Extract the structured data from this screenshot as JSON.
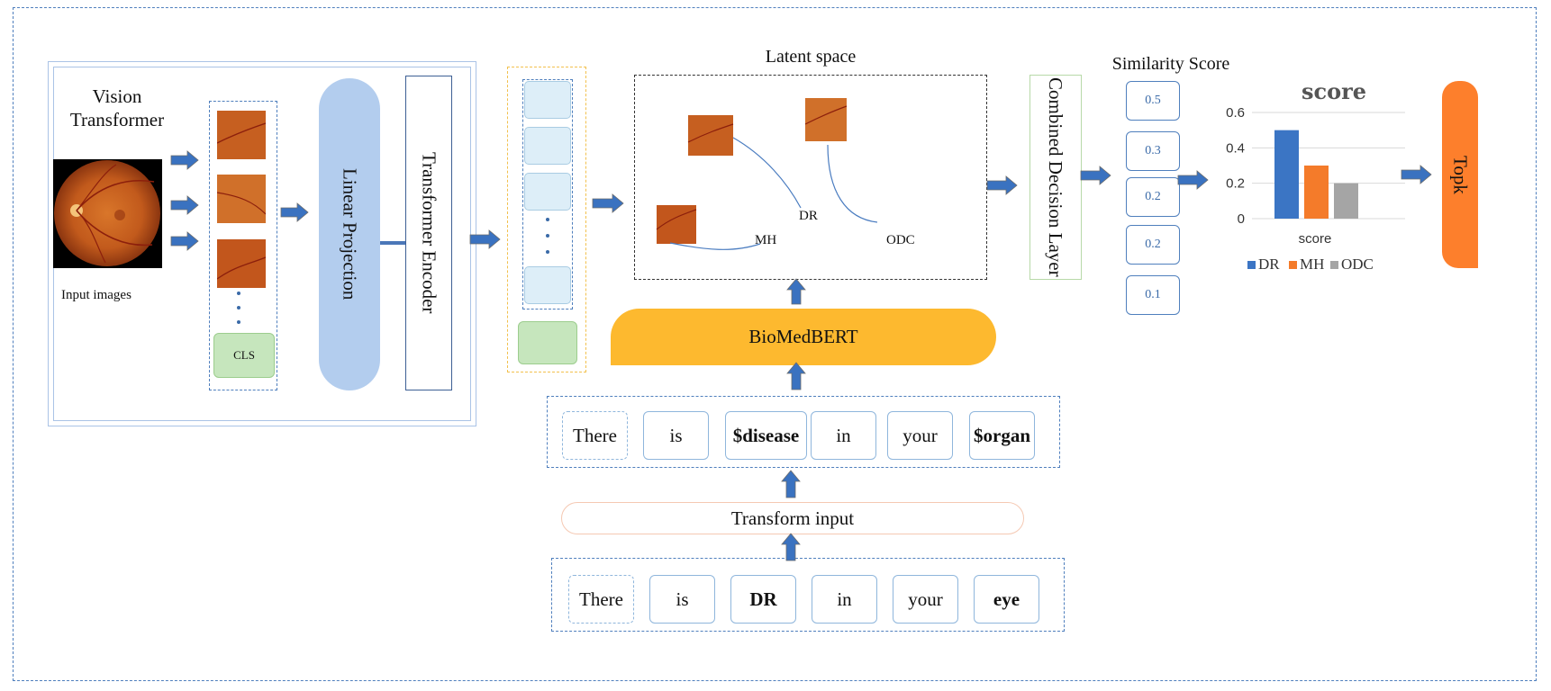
{
  "vision": {
    "title_line1": "Vision",
    "title_line2": "Transformer",
    "input_label": "Input images",
    "cls_label": "CLS",
    "linear_projection": "Linear Projection",
    "transformer_encoder": "Transformer Encoder"
  },
  "latent": {
    "title": "Latent space",
    "labels": [
      "DR",
      "MH",
      "ODC"
    ]
  },
  "biomedbert": "BioMedBERT",
  "template_tokens": [
    "There",
    "is",
    "$disease",
    "in",
    "your",
    "$organ"
  ],
  "transform_input": "Transform input",
  "input_tokens": [
    "There",
    "is",
    "DR",
    "in",
    "your",
    "eye"
  ],
  "decision_layer": "Combined Decision Layer",
  "similarity": {
    "title": "Similarity Score",
    "values": [
      "0.5",
      "0.3",
      "0.2",
      "0.2",
      "0.1"
    ]
  },
  "topk": "Topk",
  "chart_data": {
    "type": "bar",
    "title": "score",
    "xlabel": "score",
    "categories": [
      "score"
    ],
    "series": [
      {
        "name": "DR",
        "values": [
          0.5
        ],
        "color": "#3b75c4"
      },
      {
        "name": "MH",
        "values": [
          0.3
        ],
        "color": "#f47b2a"
      },
      {
        "name": "ODC",
        "values": [
          0.2
        ],
        "color": "#a5a5a5"
      }
    ],
    "ylim": [
      0,
      0.6
    ],
    "yticks": [
      0,
      0.2,
      0.4,
      0.6
    ],
    "ytick_labels": [
      "0",
      "0.2",
      "0.4",
      "0.6"
    ],
    "grid": true,
    "legend": "bottom"
  },
  "colors": {
    "arrow": "#3a72c0",
    "border_blue": "#4f7fbd",
    "biomedbert": "#fdb92f",
    "topk": "#fd7f2c",
    "linear_projection": "#b3cdee"
  }
}
